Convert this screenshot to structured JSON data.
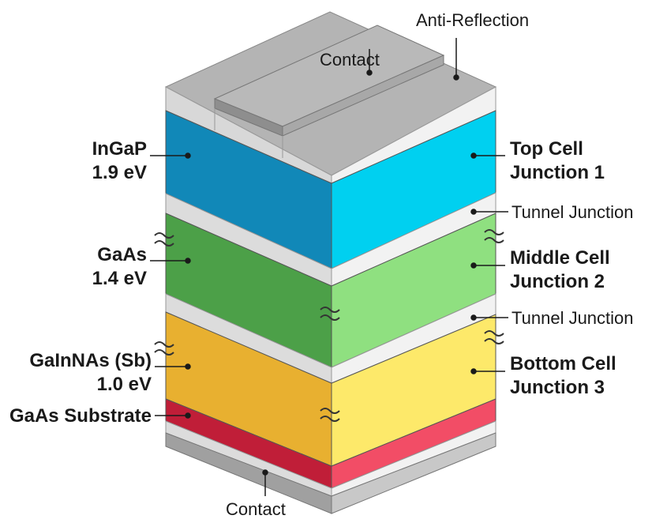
{
  "colors": {
    "top_contact_face": "#b4b4b4",
    "contact_bar": "#a0a0a0",
    "white_layer": "#eeeeee",
    "ingap_front": "#1188b8",
    "ingap_side": "#00d0f0",
    "gaas_front": "#4ca048",
    "gaas_side": "#8fe080",
    "gainnas_front": "#e8b030",
    "gainnas_side": "#fde96a",
    "substrate_front": "#c01e38",
    "substrate_side": "#f24d66",
    "bottom_contact_front": "#a0a0a0",
    "bottom_contact_side": "#c8c8c8"
  },
  "labels": {
    "anti_reflection": "Anti-Reflection",
    "contact_top": "Contact",
    "ingap_name": "InGaP",
    "ingap_ev": "1.9 eV",
    "top_cell": "Top Cell",
    "junction_1": "Junction 1",
    "tunnel_junction_1": "Tunnel Junction",
    "gaas_name": "GaAs",
    "gaas_ev": "1.4 eV",
    "middle_cell": "Middle Cell",
    "junction_2": "Junction 2",
    "tunnel_junction_2": "Tunnel Junction",
    "gainnas_name": "GaInNAs (Sb)",
    "gainnas_ev": "1.0 eV",
    "bottom_cell": "Bottom Cell",
    "junction_3": "Junction 3",
    "gaas_substrate": "GaAs Substrate",
    "contact_bottom": "Contact"
  }
}
